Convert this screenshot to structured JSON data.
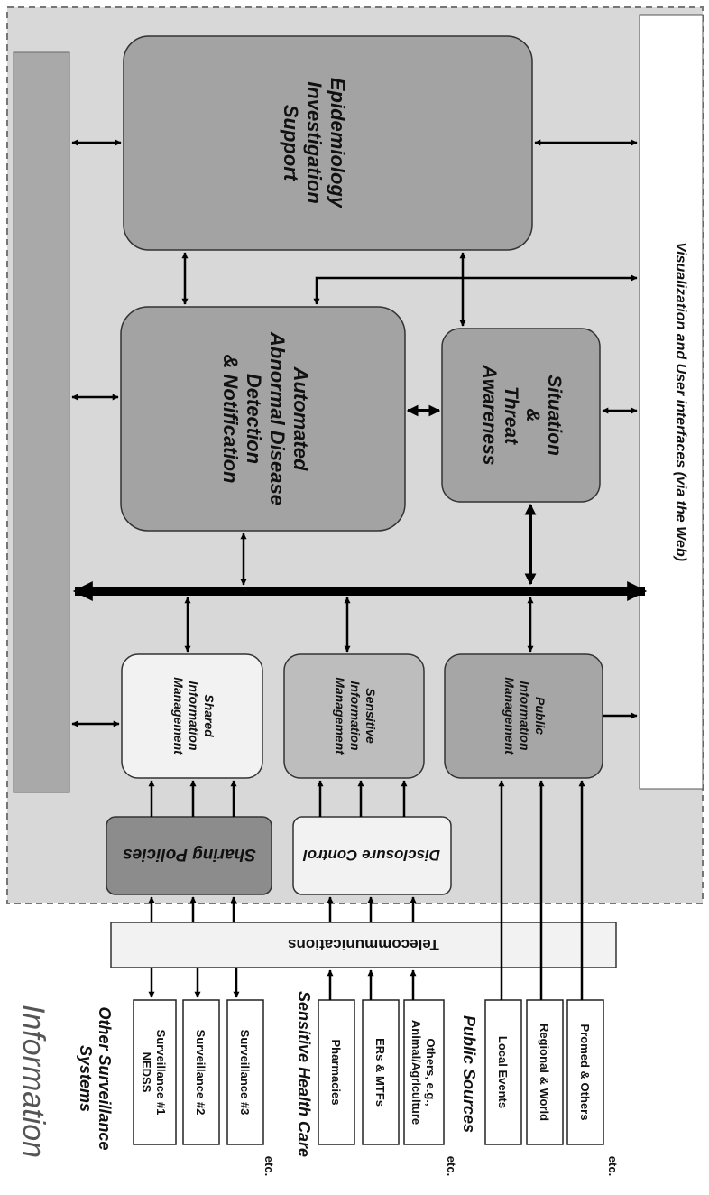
{
  "information_title": "Information",
  "groups": {
    "other_surveillance": {
      "title_line1": "Other Surveillance",
      "title_line2": "Systems"
    },
    "sensitive_health_care": {
      "title": "Sensitive Health Care"
    },
    "public_sources": {
      "title": "Public Sources"
    }
  },
  "sources": {
    "surveillance_1": {
      "line1": "Surveillance #1",
      "line2": "NEDSS"
    },
    "surveillance_2": "Surveillance #2",
    "surveillance_3": "Surveillance #3",
    "surveillance_etc": "etc.",
    "pharmacies": "Pharmacies",
    "ers_mtfs": "ERs & MTFs",
    "others_animal": {
      "line1": "Others, e.g.,",
      "line2": "Animal/Agriculture",
      "line3": "etc."
    },
    "local_events": "Local Events",
    "regional_world": "Regional & World",
    "promed_others": "Promed & Others",
    "public_etc": "etc."
  },
  "telecommunications": "Telecommunications",
  "sharing_policies": "Sharing Policies",
  "disclosure_control": "Disclosure Control",
  "shared_info": {
    "line1": "Shared",
    "line2": "Information",
    "line3": "Management"
  },
  "sensitive_info": {
    "line1": "Sensitive",
    "line2": "Information",
    "line3": "Management"
  },
  "public_info": {
    "line1": "Public",
    "line2": "Information",
    "line3": "Management"
  },
  "automated_detection": {
    "line1": "Automated",
    "line2": "Abnormal Disease",
    "line3": "Detection",
    "line4": "& Notification"
  },
  "situation_threat": {
    "line1": "Situation",
    "line2": "&",
    "line3": "Threat",
    "line4": "Awareness"
  },
  "epidemiology": {
    "line1": "Epidemiology",
    "line2": "Investigation",
    "line3": "Support"
  },
  "visualization": "Visualization and User interfaces (via the Web)",
  "colors": {
    "outer_panel": "#d8d8d8",
    "left_bar": "#a9a9a9",
    "big_box": "#a3a3a3",
    "sharing_policies": "#8c8c8c",
    "light_box": "#f2f2f2",
    "sensitive_box": "#bdbdbd",
    "public_box": "#a6a6a6",
    "dashed_border": "#777777",
    "arrow": "#000000"
  }
}
